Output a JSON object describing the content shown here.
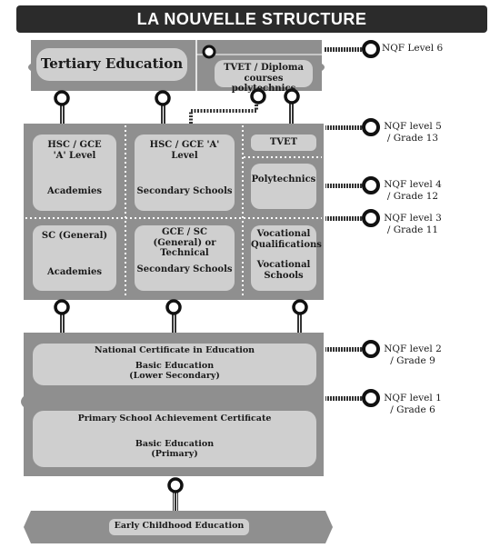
{
  "title": "LA NOUVELLE STRUCTURE",
  "colors": {
    "dark": "#2b2b2b",
    "panel": "#8f8f8f",
    "box": "#cfcfcf",
    "ring": "#111111"
  },
  "tertiary": {
    "main": "Tertiary Education",
    "tvet": "TVET / Diploma courses polytechnics",
    "nqf": "NQF Level 6"
  },
  "upper": {
    "col1": {
      "heading": "HSC / GCE 'A' Level",
      "sub": "Academies"
    },
    "col2": {
      "heading": "HSC / GCE 'A' Level",
      "sub": "Secondary Schools"
    },
    "tvet": "TVET",
    "polytechnics": "Polytechnics",
    "nqf5": "NQF level 5 / Grade 13",
    "nqf4": "NQF level 4 / Grade 12"
  },
  "lower": {
    "col1": {
      "heading": "SC (General)",
      "sub": "Academies"
    },
    "col2": {
      "heading": "GCE / SC (General) or Technical",
      "sub": "Secondary Schools"
    },
    "col3": {
      "heading": "Vocational Qualifications",
      "sub": "Vocational Schools"
    },
    "nqf3": "NQF level 3 / Grade 11"
  },
  "basic": {
    "cert1": "National Certificate in Education",
    "box1": "Basic Education (Lower Secondary)",
    "cert2": "Primary School Achievement Certificate",
    "box2": "Basic Education (Primary)",
    "nqf2": "NQF level 2 / Grade 9",
    "nqf1": "NQF level 1 / Grade 6"
  },
  "early": {
    "label": "Early Childhood Education"
  }
}
